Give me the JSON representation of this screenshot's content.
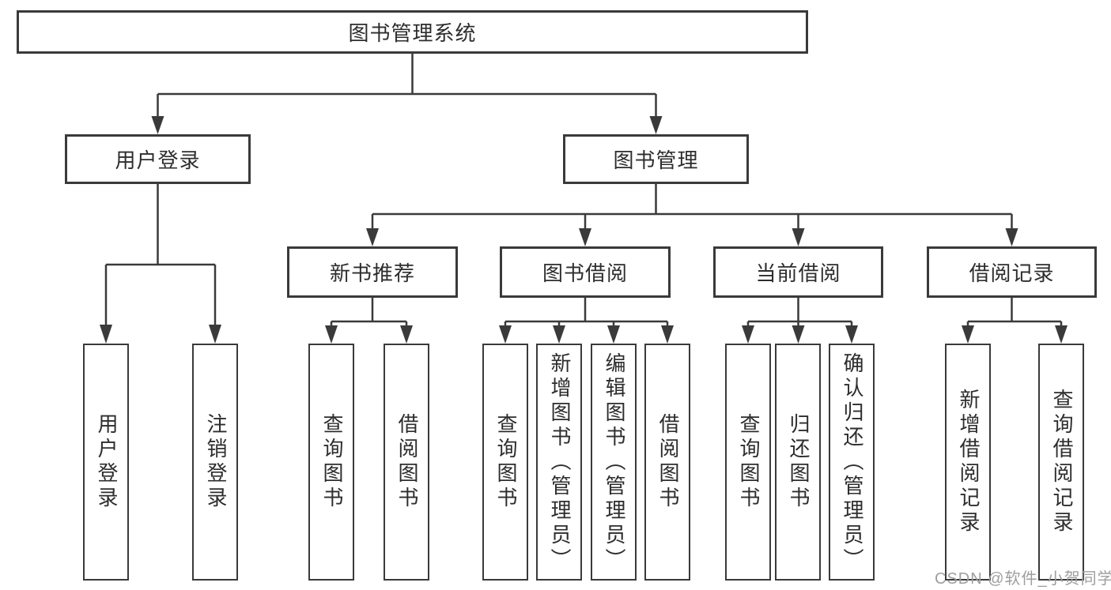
{
  "diagram": {
    "root": {
      "label": "图书管理系统"
    },
    "level2": [
      {
        "label": "用户登录"
      },
      {
        "label": "图书管理"
      }
    ],
    "level3": [
      {
        "label": "新书推荐"
      },
      {
        "label": "图书借阅"
      },
      {
        "label": "当前借阅"
      },
      {
        "label": "借阅记录"
      }
    ],
    "leaves": {
      "login": [
        "用户登录",
        "注销登录"
      ],
      "recommend": [
        "查询图书",
        "借阅图书"
      ],
      "borrow": [
        "查询图书",
        "新增图书（管理员）",
        "编辑图书（管理员）",
        "借阅图书"
      ],
      "current": [
        "查询图书",
        "归还图书",
        "确认归还（管理员）"
      ],
      "records": [
        "新增借阅记录",
        "查询借阅记录"
      ]
    }
  },
  "watermark": {
    "text": "CSDN @软件_小贺同学"
  },
  "colors": {
    "line": "#3a3a3a",
    "text": "#2d2d2d",
    "background": "#ffffff",
    "watermark": "#9e9e9e"
  }
}
